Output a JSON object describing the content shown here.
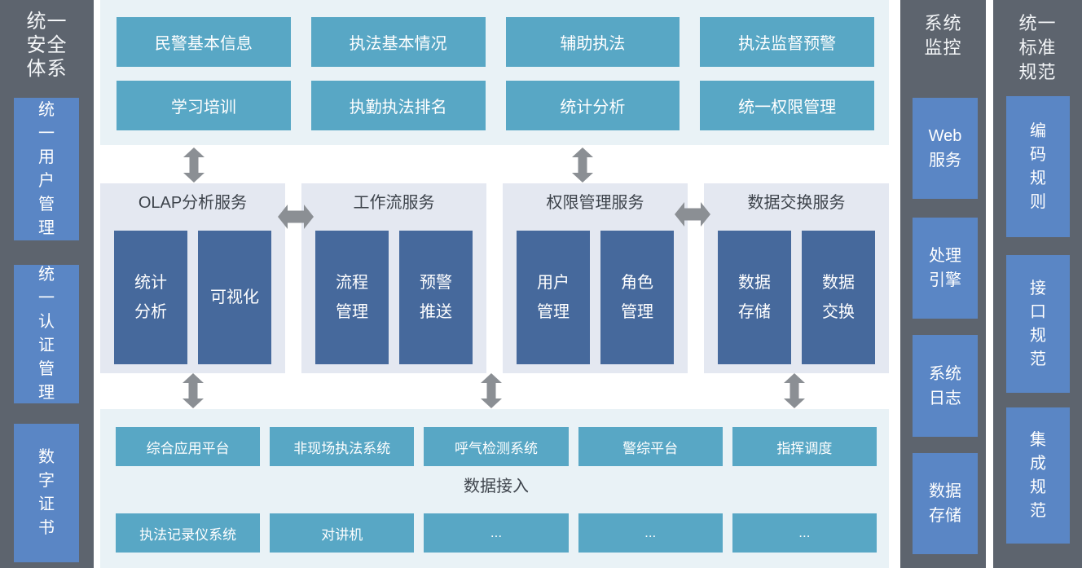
{
  "left_sidebar": {
    "title": "统一\n安全\n体系",
    "items": [
      "统\n一\n用\n户\n管\n理",
      "统\n一\n认\n证\n管\n理",
      "数\n字\n证\n书"
    ]
  },
  "top_section": {
    "boxes": [
      "民警基本信息",
      "执法基本情况",
      "辅助执法",
      "执法监督预警",
      "学习培训",
      "执勤执法排名",
      "统计分析",
      "统一权限管理"
    ]
  },
  "middle_section": {
    "panels": [
      {
        "title": "OLAP分析服务",
        "boxes": [
          "统计\n分析",
          "可视化"
        ]
      },
      {
        "title": "工作流服务",
        "boxes": [
          "流程\n管理",
          "预警\n推送"
        ]
      },
      {
        "title": "权限管理服务",
        "boxes": [
          "用户\n管理",
          "角色\n管理"
        ]
      },
      {
        "title": "数据交换服务",
        "boxes": [
          "数据\n存储",
          "数据\n交换"
        ]
      }
    ]
  },
  "bottom_section": {
    "row1": [
      "综合应用平台",
      "非现场执法系统",
      "呼气检测系统",
      "警综平台",
      "指挥调度"
    ],
    "label": "数据接入",
    "row2": [
      "执法记录仪系统",
      "对讲机",
      "...",
      "...",
      "..."
    ]
  },
  "monitor_column": {
    "title": "系统\n监控",
    "items": [
      "Web\n服务",
      "处理\n引擎",
      "系统\n日志",
      "数据\n存储"
    ]
  },
  "standards_column": {
    "title": "统一\n标准\n规范",
    "items": [
      "编\n码\n规\n则",
      "接\n口\n规\n范",
      "集\n成\n规\n范"
    ]
  },
  "colors": {
    "sidebar_bg": "#5d646e",
    "sidebar_box_blue": "#5a86c5",
    "teal_box": "#58a7c5",
    "light_section_bg": "#e9f2f6",
    "panel_bg": "#e4e8f1",
    "inner_box_blue": "#46699c",
    "arrow_gray": "#8b8f94",
    "heading_text": "#3d434b"
  }
}
